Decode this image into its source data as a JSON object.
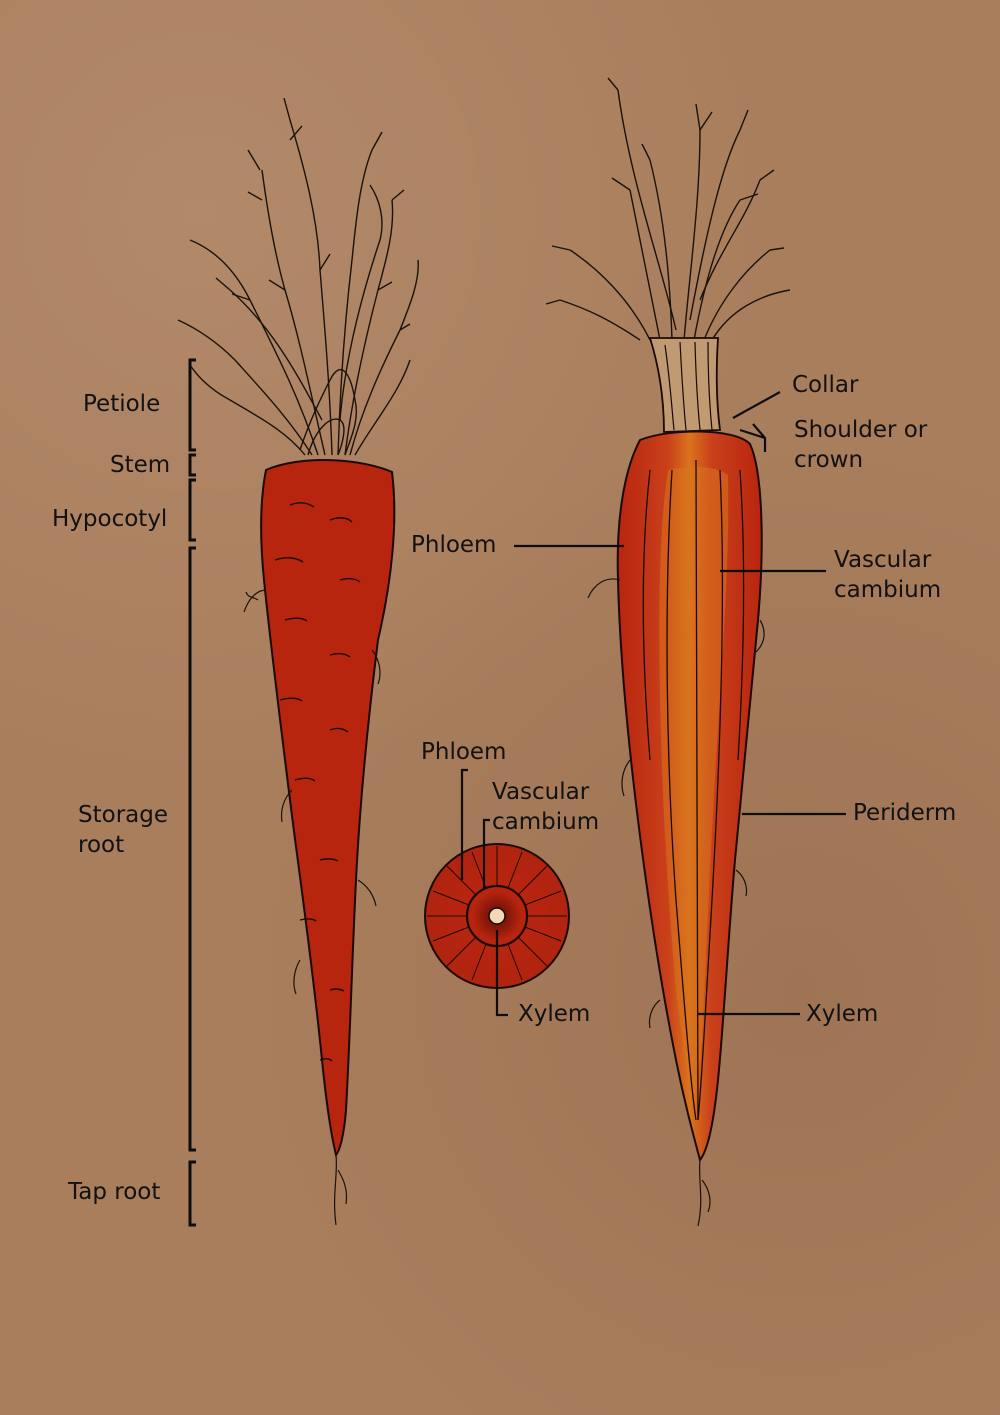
{
  "whole_carrot_labels": {
    "petiole": "Petiole",
    "stem": "Stem",
    "hypocotyl": "Hypocotyl",
    "storage_root": [
      "Storage",
      "root"
    ],
    "tap_root": "Tap root"
  },
  "longitudinal_section_labels": {
    "collar": "Collar",
    "shoulder_or_crown": [
      "Shoulder or",
      "crown"
    ],
    "phloem": "Phloem",
    "vascular_cambium": [
      "Vascular",
      "cambium"
    ],
    "periderm": "Periderm",
    "xylem": "Xylem"
  },
  "cross_section_labels": {
    "phloem": "Phloem",
    "vascular_cambium": [
      "Vascular",
      "cambium"
    ],
    "xylem": "Xylem"
  },
  "colors": {
    "background": "#a97e5d",
    "carrot_outer": "#b8250f",
    "carrot_mid": "#c9401a",
    "xylem_core": "#d9741d",
    "ink": "#111111"
  }
}
